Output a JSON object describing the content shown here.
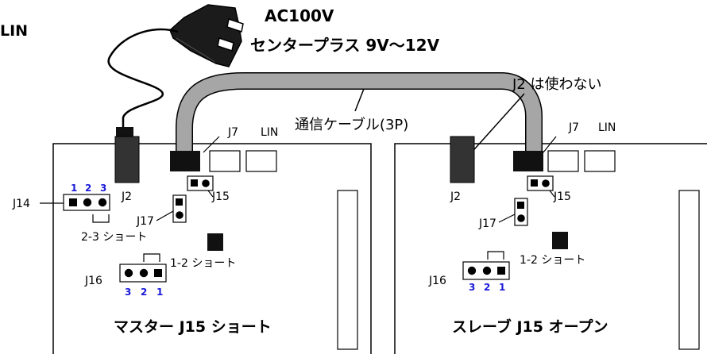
{
  "header": {
    "lin_left": "LIN",
    "ac_line1": "AC100V",
    "ac_line2": "センタープラス  9V〜12V"
  },
  "cable": {
    "label": "通信ケーブル(3P)",
    "note": "J2 は使わない",
    "color": "#a6a6a6"
  },
  "master": {
    "title": "マスター   J15  ショート",
    "j2": "J2",
    "j7": "J7",
    "lin": "LIN",
    "j15": "J15",
    "j14": "J14",
    "j14_pins": [
      "1",
      "2",
      "3"
    ],
    "j14_note": "2-3 ショート",
    "j17": "J17",
    "j16": "J16",
    "j16_pins": [
      "3",
      "2",
      "1"
    ],
    "j16_note": "1-2 ショート"
  },
  "slave": {
    "title": "スレーブ   J15 オープン",
    "j2": "J2",
    "j7": "J7",
    "lin": "LIN",
    "j15": "J15",
    "j17": "J17",
    "j16": "J16",
    "j16_pins": [
      "3",
      "2",
      "1"
    ],
    "j16_note": "1-2 ショート"
  },
  "colors": {
    "pin_number": "#1a1ad8",
    "connector": "#111111",
    "j2_connector": "#333333"
  }
}
